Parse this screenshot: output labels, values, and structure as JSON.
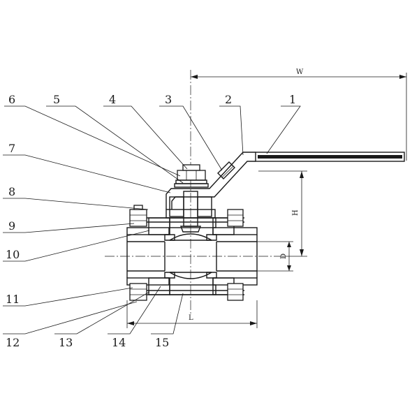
{
  "callouts": [
    "1",
    "2",
    "3",
    "4",
    "5",
    "6",
    "7",
    "8",
    "9",
    "10",
    "11",
    "12",
    "13",
    "14",
    "15"
  ],
  "dimensions": {
    "width": "W",
    "height": "H",
    "length": "L",
    "bore": "D"
  }
}
